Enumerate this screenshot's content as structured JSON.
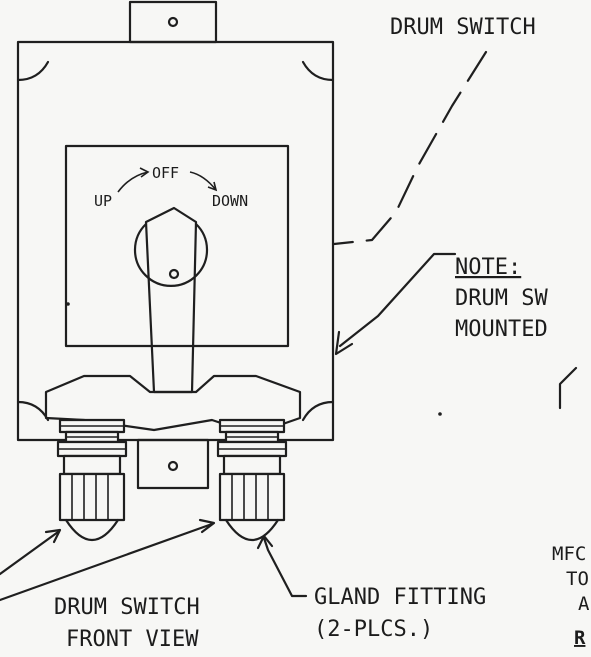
{
  "title_label": "DRUM SWITCH",
  "switch_positions": {
    "up": "UP",
    "off": "OFF",
    "down": "DOWN"
  },
  "note": {
    "heading": "NOTE:",
    "line1": "DRUM SW",
    "line2": "MOUNTED"
  },
  "caption": {
    "line1": "DRUM SWITCH",
    "line2": "FRONT VIEW"
  },
  "gland_label": {
    "line1": "GLAND FITTING",
    "line2": "(2-PLCS.)"
  },
  "partial_text": {
    "line1": "MFC",
    "line2": "TO",
    "line3": "A",
    "line4": "R"
  },
  "colors": {
    "ink": "#1f1f1f",
    "paper": "#f7f7f5"
  }
}
